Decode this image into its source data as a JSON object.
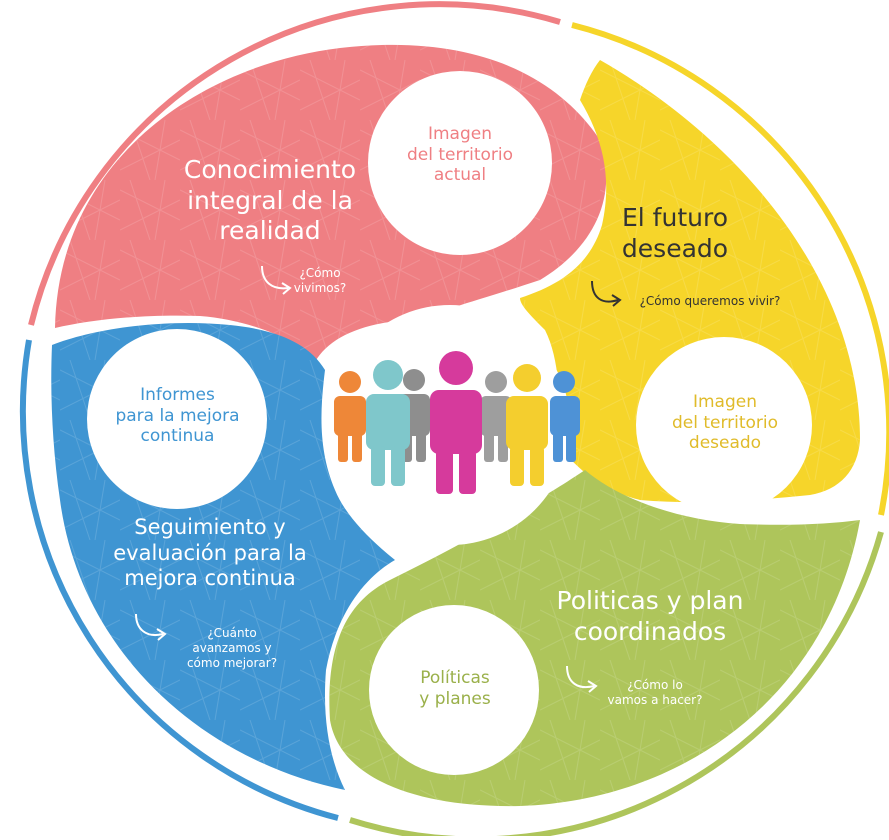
{
  "colors": {
    "red": "#EF7F83",
    "yellow": "#F6D52A",
    "green": "#AEC55B",
    "blue": "#3F95D2",
    "pink": "#D63A9C",
    "teal": "#7FC7CB",
    "orange": "#EE8738",
    "gray": "#8E8E8E"
  },
  "segments": {
    "red": {
      "title_lines": [
        "Conocimiento",
        "integral de la",
        "realidad"
      ],
      "question_lines": [
        "¿Cómo",
        "vivimos?"
      ],
      "circle_lines": [
        "Imagen",
        "del territorio",
        "actual"
      ]
    },
    "yellow": {
      "title_lines": [
        "El futuro",
        "deseado"
      ],
      "question_lines": [
        "¿Cómo queremos vivir?"
      ],
      "circle_lines": [
        "Imagen",
        "del territorio",
        "deseado"
      ]
    },
    "green": {
      "title_lines": [
        "Politicas y plan",
        "coordinados"
      ],
      "question_lines": [
        "¿Cómo lo",
        "vamos a hacer?"
      ],
      "circle_lines": [
        "Políticas",
        "y planes"
      ]
    },
    "blue": {
      "title_lines": [
        "Seguimiento y",
        "evaluación para la",
        "mejora continua"
      ],
      "question_lines": [
        "¿Cuánto",
        "avanzamos y",
        "cómo mejorar?"
      ],
      "circle_lines": [
        "Informes",
        "para la mejora",
        "continua"
      ]
    }
  },
  "icons": {
    "center": "people-group-icon",
    "arrow": "curved-arrow-icon"
  }
}
